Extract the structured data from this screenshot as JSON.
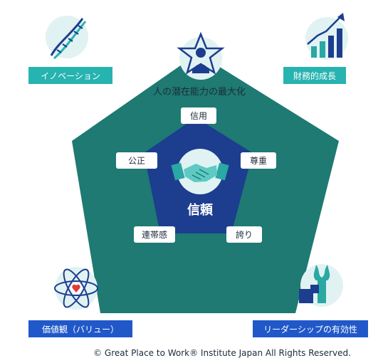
{
  "center": {
    "label": "信頼",
    "icon": "handshake-icon"
  },
  "outer_title": "人の潜在能力の最大化",
  "top_icon": "person-star-icon",
  "inner_values": [
    {
      "label": "信用"
    },
    {
      "label": "尊重"
    },
    {
      "label": "誇り"
    },
    {
      "label": "連帯感"
    },
    {
      "label": "公正"
    }
  ],
  "outcomes": [
    {
      "label": "イノベーション",
      "icon": "dna-icon"
    },
    {
      "label": "財務的成長",
      "icon": "growth-chart-icon"
    },
    {
      "label": "価値観（バリュー）",
      "icon": "atom-heart-icon"
    },
    {
      "label": "リーダーシップの有効性",
      "icon": "torch-icon"
    }
  ],
  "footer": "© Great Place to Work® Institute Japan All Rights Reserved.",
  "colors": {
    "outer_pentagon": "#1e7a73",
    "inner_pentagon": "#1d3d8f",
    "teal_badge": "#27b3b0",
    "blue_badge": "#2158c9",
    "icon_circle": "#e1f2f3"
  }
}
